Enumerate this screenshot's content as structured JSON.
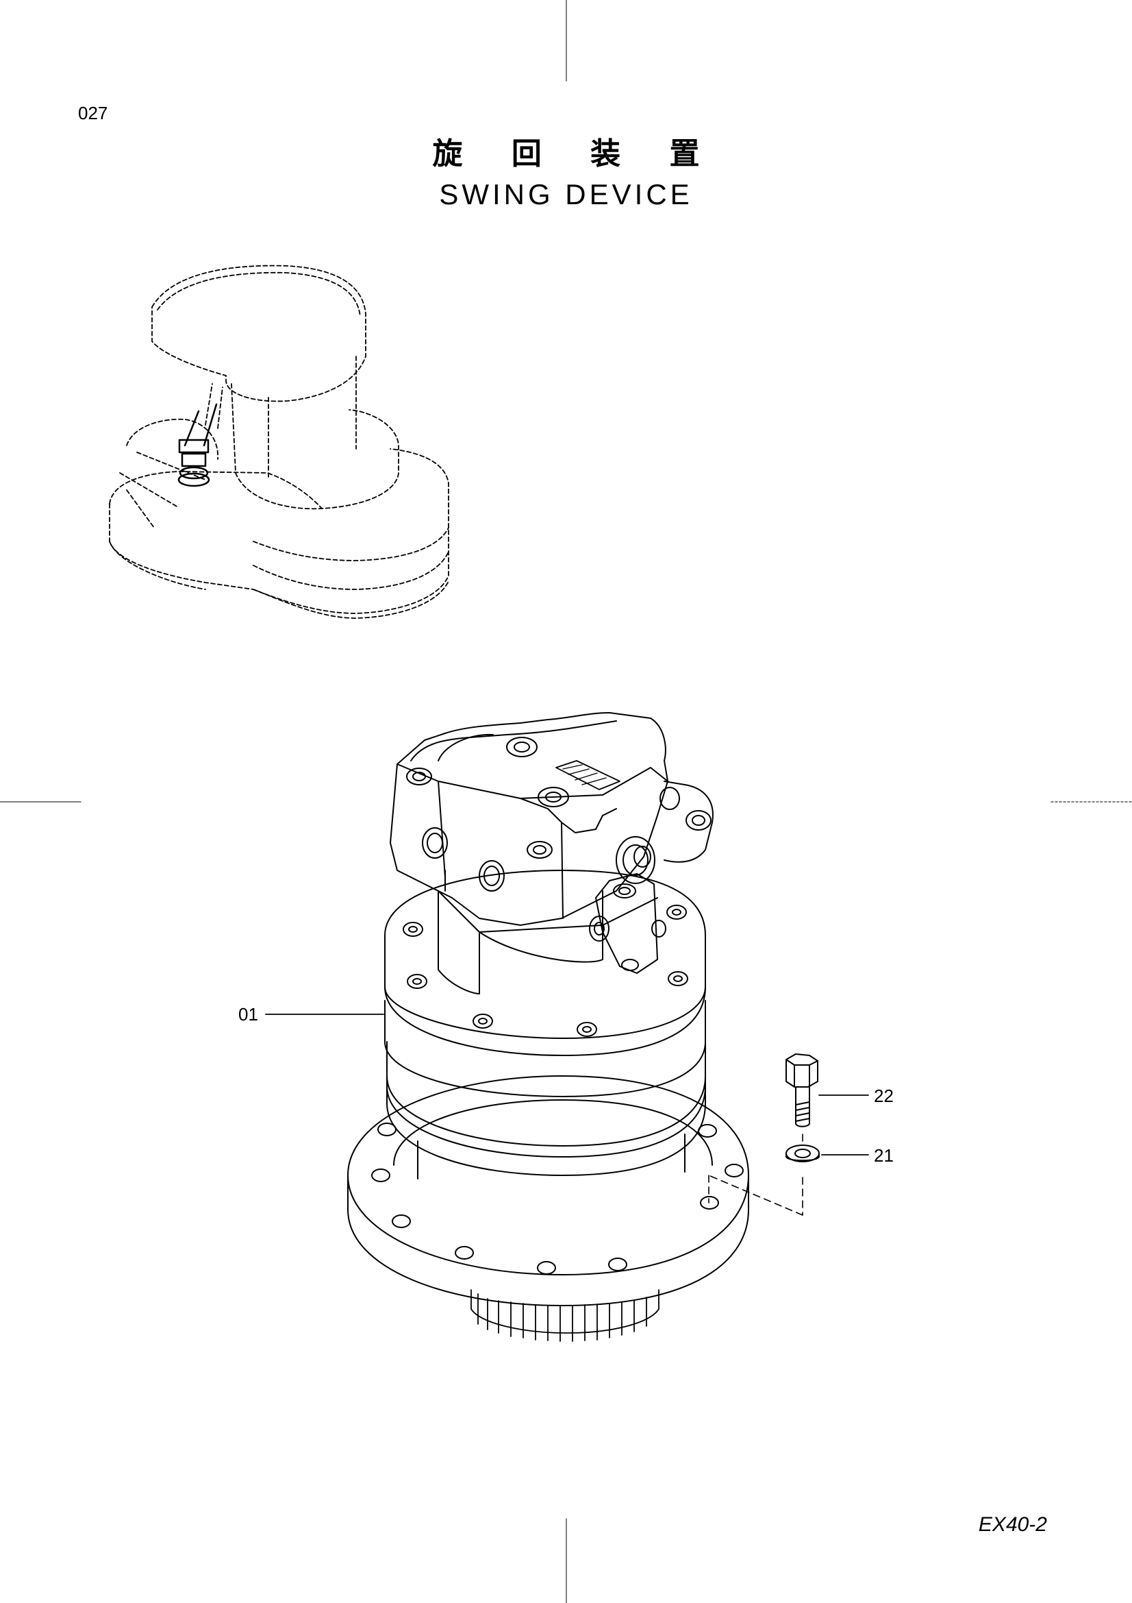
{
  "page_number": "027",
  "title": {
    "japanese": "旋 回 装 置",
    "english": "SWING DEVICE"
  },
  "callouts": [
    {
      "id": "01"
    },
    {
      "id": "22"
    },
    {
      "id": "21"
    }
  ],
  "model_code": "EX40-2"
}
